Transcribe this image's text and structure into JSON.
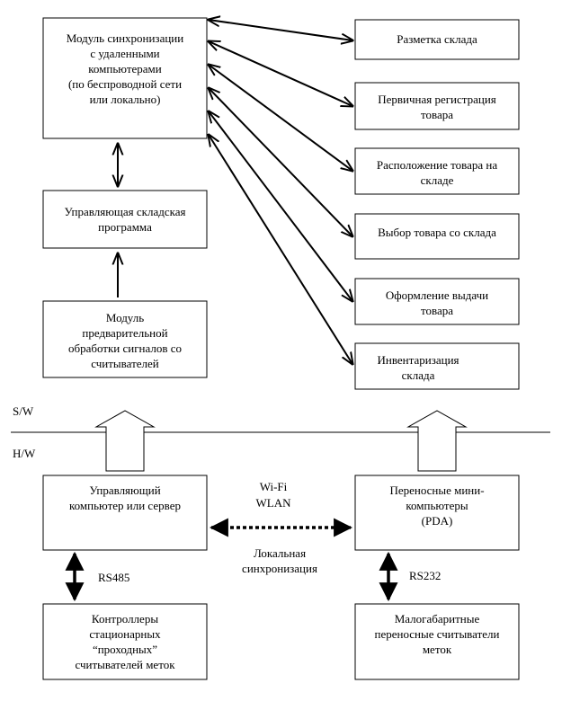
{
  "boxes": {
    "sync": [
      "Модуль синхронизации",
      "с удаленными",
      "компьютерами",
      "(по беспроводной сети",
      "или локально)"
    ],
    "wms": [
      "Управляющая складская",
      "программа"
    ],
    "preproc": [
      "Модуль",
      "предварительной",
      "обработки сигналов со",
      "считывателей"
    ],
    "r1": [
      "Разметка склада"
    ],
    "r2": [
      "Первичная регистрация",
      "товара"
    ],
    "r3": [
      "Расположение товара на",
      "складе"
    ],
    "r4": [
      "Выбор товара со склада"
    ],
    "r5": [
      "Оформление выдачи",
      "товара"
    ],
    "r6": [
      "Инвентаризация",
      "склада"
    ],
    "server": [
      "Управляющий",
      "компьютер или сервер"
    ],
    "pda": [
      "Переносные мини-",
      "компьютеры",
      "(PDA)"
    ],
    "controllers": [
      "Контроллеры",
      "стационарных",
      "“проходных”",
      "считывателей меток"
    ],
    "handheld": [
      "Малогабаритные",
      "переносные считыватели",
      "меток"
    ]
  },
  "labels": {
    "sw": "S/W",
    "hw": "H/W",
    "wifi": "Wi-Fi",
    "wlan": "WLAN",
    "local1": "Локальная",
    "local2": "синхронизация",
    "rs485": "RS485",
    "rs232": "RS232"
  }
}
